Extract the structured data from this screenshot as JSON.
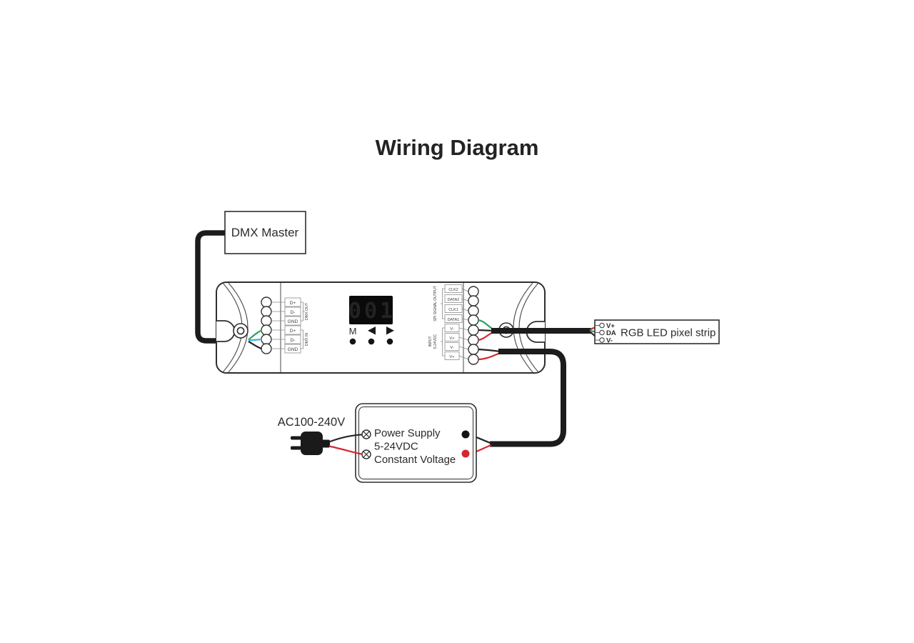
{
  "title": {
    "text": "Wiring Diagram"
  },
  "dmx_master": {
    "label": "DMX Master"
  },
  "controller": {
    "display_value": "001",
    "menu_button_label": "M",
    "dmx_port_labels": [
      "D+",
      "D-",
      "GND",
      "D+",
      "D-",
      "GND"
    ],
    "dmx_out_group_label": "DMX OUT",
    "dmx_in_group_label": "DMX IN",
    "spi_port_labels": [
      "CLK2",
      "DATA2",
      "CLK1",
      "DATA1"
    ],
    "spi_group_label": "SPI SIGNAL OUTPUT",
    "power_port_labels": [
      "V-",
      "V+",
      "V-",
      "V+"
    ],
    "power_group_label_line1": "INPUT",
    "power_group_label_line2": "5-24VDC"
  },
  "led_strip": {
    "label": "RGB LED pixel strip",
    "terminal_labels": [
      "V+",
      "DA",
      "V-"
    ]
  },
  "power_supply": {
    "line1": "Power Supply",
    "line2": "5-24VDC",
    "line3": "Constant Voltage"
  },
  "ac_input": {
    "label": "AC100-240V"
  },
  "colors": {
    "title": "#2b5c8f",
    "display_digits": "#4a90d8",
    "wire_red": "#d6262d",
    "wire_green": "#2ea25c",
    "wire_blue": "#38b0e4",
    "wire_black": "#1c1c1c",
    "outline": "#2e2e2e"
  }
}
